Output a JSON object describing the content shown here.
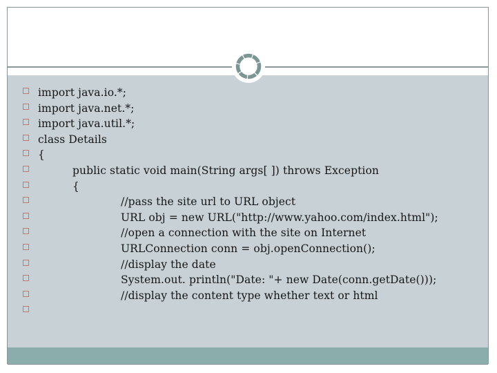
{
  "slide": {
    "kind": "presentation-slide",
    "title": "",
    "code_lines": [
      {
        "level": 0,
        "text": "import java.io.*;"
      },
      {
        "level": 0,
        "text": "import java.net.*;"
      },
      {
        "level": 0,
        "text": "import java.util.*;"
      },
      {
        "level": 0,
        "text": "class Details"
      },
      {
        "level": 0,
        "text": "{"
      },
      {
        "level": 1,
        "text": "public static void main(String args[ ]) throws Exception"
      },
      {
        "level": 1,
        "text": "{"
      },
      {
        "level": 2,
        "text": "//pass the site url to URL object"
      },
      {
        "level": 2,
        "text": "URL obj = new URL(\"http://www.yahoo.com/index.html\");"
      },
      {
        "level": 2,
        "text": "//open a connection with the site on Internet"
      },
      {
        "level": 2,
        "text": "URLConnection conn = obj.openConnection();"
      },
      {
        "level": 2,
        "text": "//display the date"
      },
      {
        "level": 2,
        "text": "System.out. println(\"Date: \"+ new Date(conn.getDate()));"
      },
      {
        "level": 2,
        "text": "//display the content type whether text or html"
      },
      {
        "level": 2,
        "text": ""
      }
    ],
    "colors": {
      "content_background": "#c7d1d6",
      "footer_bar": "#8badab",
      "frame_border": "#8a9598",
      "bullet_outline": "#bd7d6d",
      "ornament_ring": "#7b9794"
    }
  }
}
